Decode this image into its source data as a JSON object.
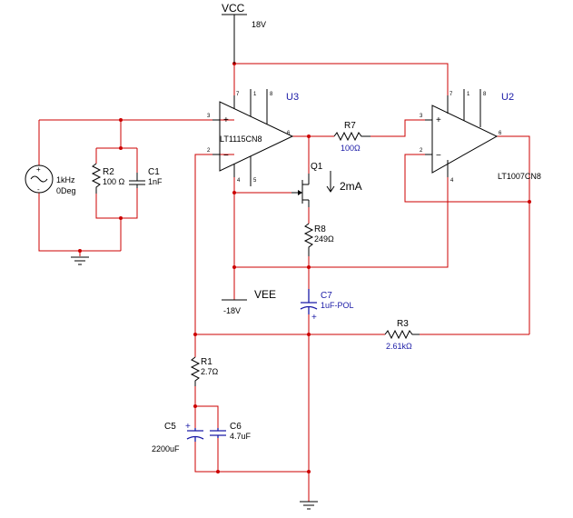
{
  "rails": {
    "vcc_name": "VCC",
    "vcc_value": "18V",
    "vee_name": "VEE",
    "vee_value": "-18V"
  },
  "source": {
    "freq": "1kHz",
    "phase": "0Deg",
    "plus_sign": "+",
    "minus_sign": "-",
    "wave_glyph": "~"
  },
  "components": {
    "r2": {
      "name": "R2",
      "value": "100 Ω"
    },
    "c1": {
      "name": "C1",
      "value": "1nF"
    },
    "u3": {
      "name": "U3",
      "part": "LT1115CN8"
    },
    "u2": {
      "name": "U2",
      "part": "LT1007CN8"
    },
    "r7": {
      "name": "R7",
      "value": "100Ω"
    },
    "q1": {
      "name": "Q1"
    },
    "r8": {
      "name": "R8",
      "value": "249Ω"
    },
    "c7": {
      "name": "C7",
      "value": "1uF-POL",
      "polarity": "+"
    },
    "r3": {
      "name": "R3",
      "value": "2.61kΩ"
    },
    "r1": {
      "name": "R1",
      "value": "2.7Ω"
    },
    "c5": {
      "name": "C5",
      "value": "2200uF",
      "polarity": "+"
    },
    "c6": {
      "name": "C6",
      "value": "4.7uF"
    }
  },
  "annotation": {
    "current": "2mA"
  },
  "opamp_pins": {
    "in_plus": "3",
    "in_minus": "2",
    "out": "6",
    "v_plus": "7",
    "v_minus": "4",
    "p1": "1",
    "p5": "5",
    "p8": "8",
    "plus_sign": "+",
    "minus_sign": "−"
  },
  "colors": {
    "wire": "#cc0000",
    "symbol": "#000000",
    "passive_blue": "#1a1aa6",
    "background": "#ffffff"
  }
}
